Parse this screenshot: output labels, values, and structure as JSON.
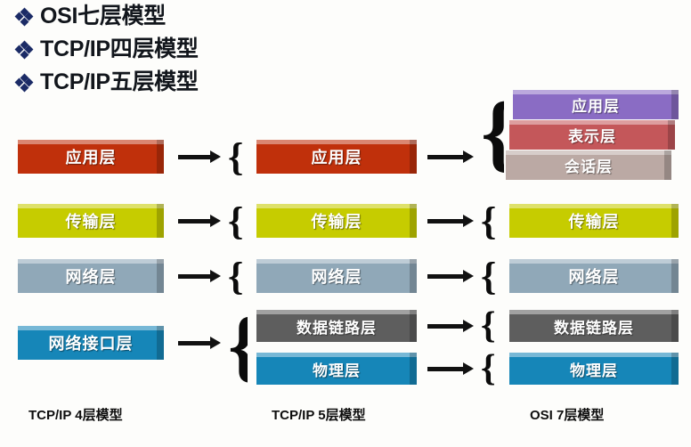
{
  "titles": [
    {
      "text": "OSI七层模型"
    },
    {
      "text": "TCP/IP四层模型"
    },
    {
      "text": "TCP/IP五层模型"
    }
  ],
  "columns": {
    "tcpip4": {
      "caption": "TCP/IP 4层模型",
      "layers": [
        {
          "label": "应用层",
          "color": "#c0300b"
        },
        {
          "label": "传输层",
          "color": "#c6cc00"
        },
        {
          "label": "网络层",
          "color": "#90a8b8"
        },
        {
          "label": "网络接口层",
          "color": "#1686b8"
        }
      ]
    },
    "tcpip5": {
      "caption": "TCP/IP 5层模型",
      "layers": [
        {
          "label": "应用层",
          "color": "#c0300b"
        },
        {
          "label": "传输层",
          "color": "#c6cc00"
        },
        {
          "label": "网络层",
          "color": "#90a8b8"
        },
        {
          "label": "数据链路层",
          "color": "#5e5e5e"
        },
        {
          "label": "物理层",
          "color": "#1686b8"
        }
      ]
    },
    "osi7": {
      "caption": "OSI 7层模型",
      "layers": [
        {
          "label": "应用层",
          "color": "#8a6cc4"
        },
        {
          "label": "表示层",
          "color": "#c4575a"
        },
        {
          "label": "会话层",
          "color": "#bba9a4"
        },
        {
          "label": "传输层",
          "color": "#c6cc00"
        },
        {
          "label": "网络层",
          "color": "#90a8b8"
        },
        {
          "label": "数据链路层",
          "color": "#5e5e5e"
        },
        {
          "label": "物理层",
          "color": "#1686b8"
        }
      ]
    }
  },
  "connectors": {
    "arrow_glyph": "arrow-right-icon",
    "brace_glyph": "{"
  },
  "accent": {
    "bullet": "#1b2b66",
    "arrow": "#111111",
    "text": "#12161c"
  }
}
